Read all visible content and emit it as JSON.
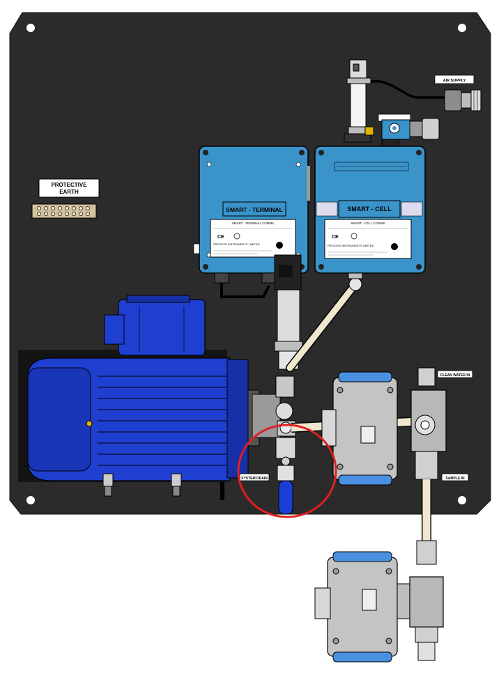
{
  "labels": {
    "protective_earth_line1": "PROTECTIVE",
    "protective_earth_line2": "EARTH",
    "air_supply": "AIR SUPPLY",
    "clean_water_in": "CLEAN WATER IN",
    "sample_in": "SAMPLE IN",
    "system_drain": "SYSTEM DRAIN"
  },
  "terminal_enclosure": {
    "title": "SMART - TERMINAL",
    "subtitle": "SMART - TERMINAL COMMS",
    "maker": "PROCESS INSTRUMENTS LIMITED"
  },
  "cell_enclosure": {
    "title": "SMART - CELL",
    "subtitle": "SMART - CELL COMMS",
    "maker": "PROCESS INSTRUMENTS LIMITED"
  },
  "colors": {
    "panel": "#2b2b2b",
    "enclosure_blue": "#3a93c9",
    "motor_blue": "#1f3fd0",
    "actuator_grey": "#c4c4c4",
    "highlight_circle": "#e02020",
    "tubing": "#f1e6cf",
    "drain_handle": "#1a3fd6"
  }
}
